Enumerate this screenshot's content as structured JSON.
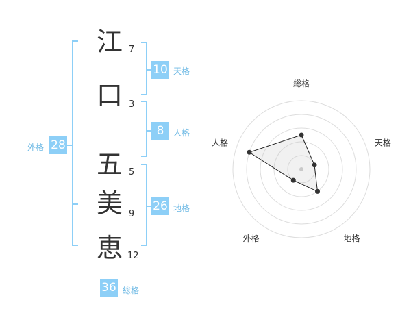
{
  "name_chars": [
    {
      "char": "江",
      "strokes": "7"
    },
    {
      "char": "口",
      "strokes": "3"
    },
    {
      "char": "五",
      "strokes": "5"
    },
    {
      "char": "美",
      "strokes": "9"
    },
    {
      "char": "恵",
      "strokes": "12"
    }
  ],
  "fortune": {
    "tenkaku": {
      "value": "10",
      "label": "天格"
    },
    "jinkaku": {
      "value": "8",
      "label": "人格"
    },
    "chikaku": {
      "value": "26",
      "label": "地格"
    },
    "gaikaku": {
      "value": "28",
      "label": "外格"
    },
    "soukaku": {
      "value": "36",
      "label": "総格"
    }
  },
  "colors": {
    "accent": "#8dcff7",
    "accent_text": "#6cb8e4",
    "text": "#333333"
  },
  "chart_data": {
    "type": "radar",
    "axes": [
      "総格",
      "天格",
      "地格",
      "外格",
      "人格"
    ],
    "values": [
      2.5,
      1.0,
      2.0,
      1.0,
      4.0
    ],
    "range": [
      0,
      5
    ],
    "grid": true,
    "grid_levels": 5
  }
}
